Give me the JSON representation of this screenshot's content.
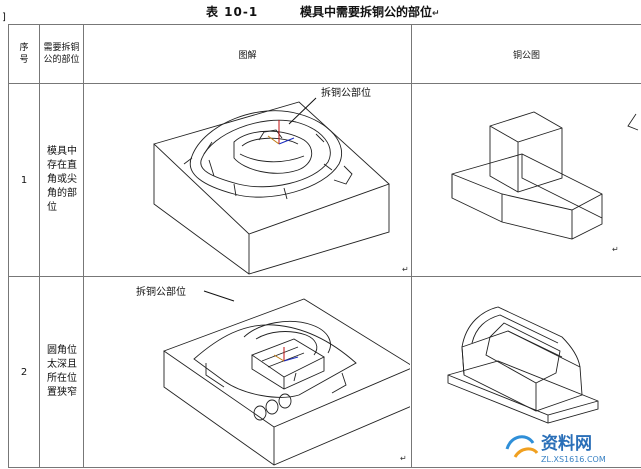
{
  "caption": {
    "number": "表 10-1",
    "title": "模具中需要拆铜公的部位",
    "para_mark": "↵",
    "left_mark": "]"
  },
  "headers": {
    "no": "序号",
    "location": "需要拆铜公的部位",
    "illustration": "图解",
    "electrode": "铜公图"
  },
  "rows": [
    {
      "no": "1",
      "description": "模具中存在直角或尖角的部位",
      "callout": "拆铜公部位"
    },
    {
      "no": "2",
      "description": "圆角位太深且所在位置狭窄",
      "callout": "拆铜公部位"
    }
  ],
  "watermark": {
    "name": "资料网",
    "site": "ZL.XS1616.COM"
  }
}
